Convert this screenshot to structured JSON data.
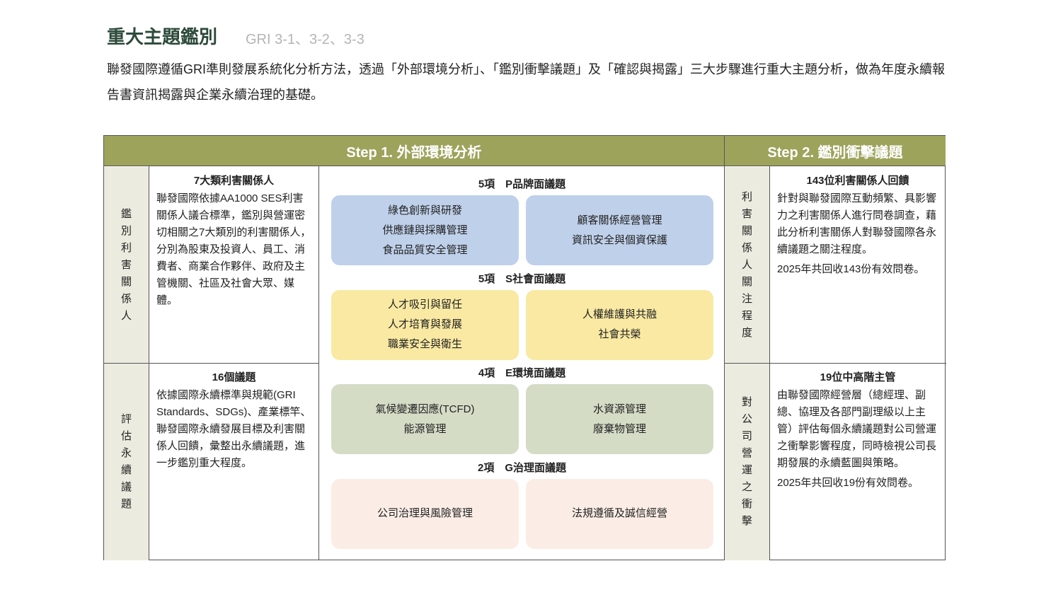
{
  "header": {
    "title": "重大主題鑑別",
    "gri": "GRI 3-1、3-2、3-3",
    "intro": "聯發國際遵循GRI準則發展系統化分析方法，透過「外部環境分析」、「鑑別衝擊議題」及「確認與揭露」三大步驟進行重大主題分析，做為年度永續報告書資訊揭露與企業永續治理的基礎。"
  },
  "step1": {
    "title": "Step 1. 外部環境分析",
    "row1": {
      "label": [
        "鑑",
        "別",
        "利",
        "害",
        "關",
        "係",
        "人"
      ],
      "heading": "7大類利害關係人",
      "text": "聯發國際依據AA1000 SES利害關係人議合標準，鑑別與營運密切相關之7大類別的利害關係人，分別為股東及投資人、員工、消費者、商業合作夥伴、政府及主管機關、社區及社會大眾、媒體。"
    },
    "row2": {
      "label": [
        "評",
        "估",
        "永",
        "續",
        "議",
        "題"
      ],
      "heading": "16個議題",
      "text": "依據國際永續標準與規範(GRI Standards、SDGs)、產業標竿、聯發國際永續發展目標及利害關係人回饋，彙整出永續議題，進一步鑑別重大程度。"
    },
    "groups": [
      {
        "heading": "5項　P品牌面議題",
        "color": "#bfd0ea",
        "left": [
          "綠色創新與研發",
          "供應鏈與採購管理",
          "食品品質安全管理"
        ],
        "right": [
          "顧客關係經營管理",
          "資訊安全與個資保護"
        ]
      },
      {
        "heading": "5項　S社會面議題",
        "color": "#f9e9a2",
        "left": [
          "人才吸引與留任",
          "人才培育與發展",
          "職業安全與衛生"
        ],
        "right": [
          "人權維護與共融",
          "社會共榮"
        ]
      },
      {
        "heading": "4項　E環境面議題",
        "color": "#d5dcc6",
        "left": [
          "氣候變遷因應(TCFD)",
          "能源管理"
        ],
        "right": [
          "水資源管理",
          "廢棄物管理"
        ]
      },
      {
        "heading": "2項　G治理面議題",
        "color": "#fbede5",
        "left": [
          "公司治理與風險管理"
        ],
        "right": [
          "法規遵循及誠信經營"
        ]
      }
    ]
  },
  "step2": {
    "title": "Step 2. 鑑別衝擊議題",
    "row1": {
      "label": [
        "利",
        "害",
        "關",
        "係",
        "人",
        "關",
        "注",
        "程",
        "度"
      ],
      "heading": "143位利害關係人回饋",
      "text": "針對與聯發國際互動頻繁、具影響力之利害關係人進行問卷調查，藉此分析利害關係人對聯發國際各永續議題之關注程度。",
      "note": "2025年共回收143份有效問卷。"
    },
    "row2": {
      "label": [
        "對",
        "公",
        "司",
        "營",
        "運",
        "之",
        "衝",
        "擊"
      ],
      "heading": "19位中高階主管",
      "text": "由聯發國際經營層（總經理、副總、協理及各部門副理級以上主管）評估每個永續議題對公司營運之衝擊影響程度，同時檢視公司長期發展的永續藍圖與策略。",
      "note": "2025年共回收19份有效問卷。"
    }
  }
}
